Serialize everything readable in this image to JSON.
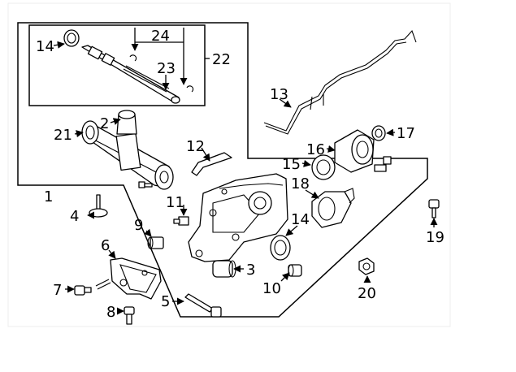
{
  "diagram": {
    "callouts": [
      "1",
      "2",
      "3",
      "4",
      "5",
      "6",
      "7",
      "8",
      "9",
      "10",
      "11",
      "12",
      "13",
      "14",
      "14",
      "15",
      "16",
      "17",
      "18",
      "19",
      "20",
      "21",
      "22",
      "23",
      "24"
    ]
  }
}
